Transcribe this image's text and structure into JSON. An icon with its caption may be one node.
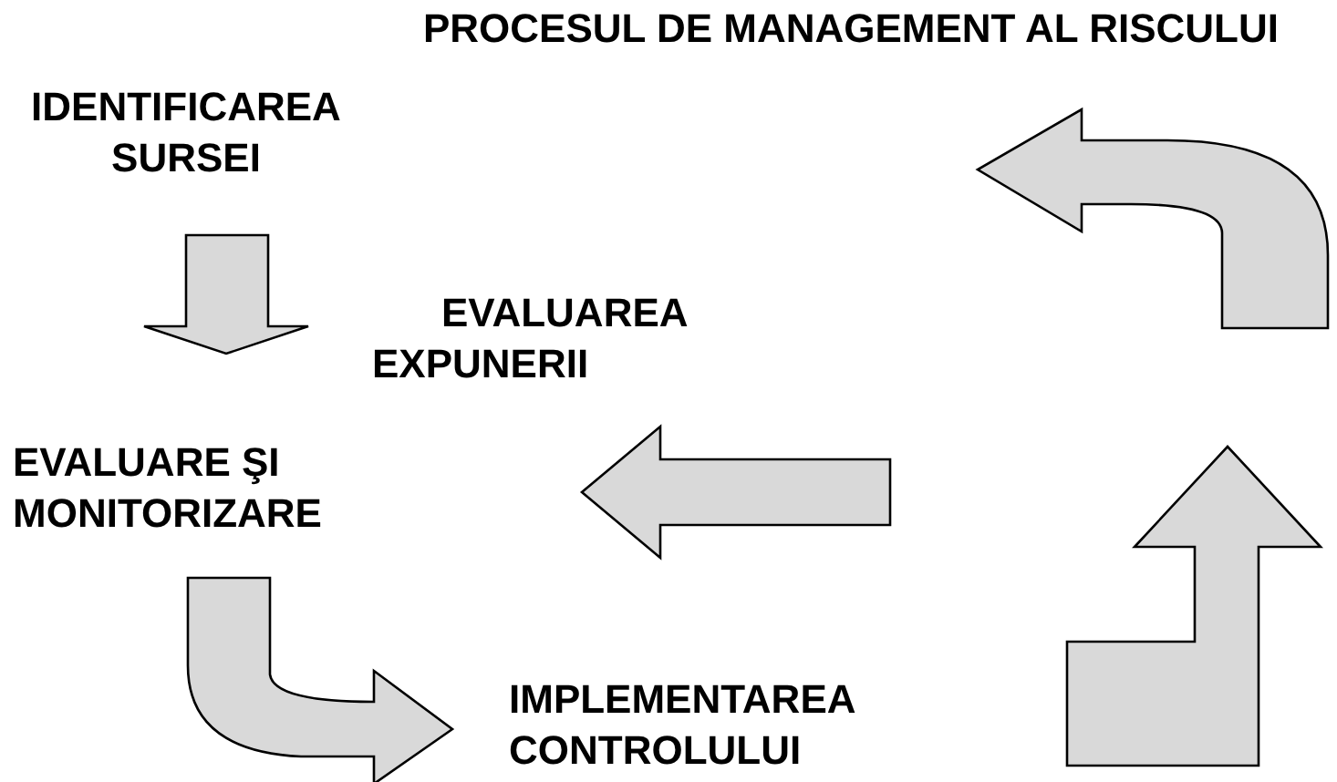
{
  "diagram": {
    "title": "PROCESUL DE MANAGEMENT AL RISCULUI",
    "nodes": [
      {
        "text": [
          "IDENTIFICAREA SURSEI"
        ]
      },
      {
        "text": [
          "EVALUAREA EXPUNERII"
        ]
      },
      {
        "text": [
          "EVALUARE ŞI MONITORIZARE"
        ]
      },
      {
        "text": [
          "IMPLEMENTAREA CONTROLULUI"
        ]
      }
    ],
    "edges": [
      {
        "from": 0,
        "to": 2,
        "arrow": "to"
      },
      {
        "from": 2,
        "to": 3,
        "arrow": "to"
      }
    ]
  }
}
